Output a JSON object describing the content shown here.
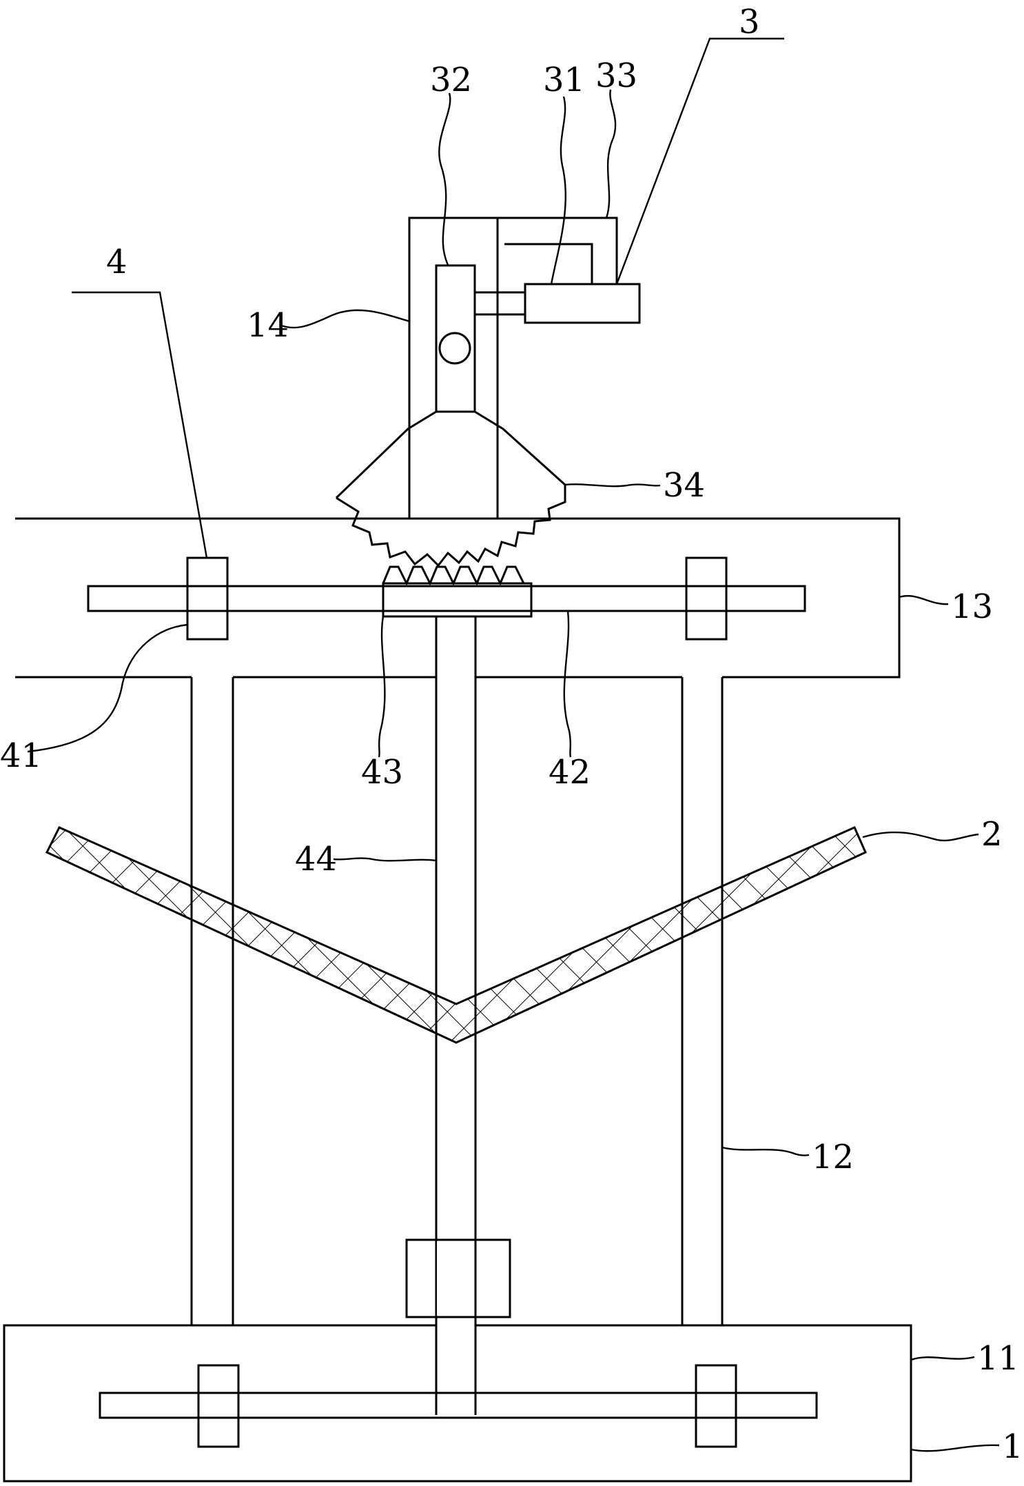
{
  "figure": {
    "labels": {
      "frame": "1",
      "base_plate": "11",
      "uprights": "12",
      "top_beam": "13",
      "mount_plate": "14",
      "screen": "2",
      "swing_mechanism": "3",
      "motor": "31",
      "swing_bar": "32",
      "motor_bracket": "33",
      "sector_gear": "34",
      "slide_mechanism": "4",
      "slide_block": "41",
      "slide_rail": "42",
      "rack": "43",
      "connecting_rod": "44"
    }
  }
}
